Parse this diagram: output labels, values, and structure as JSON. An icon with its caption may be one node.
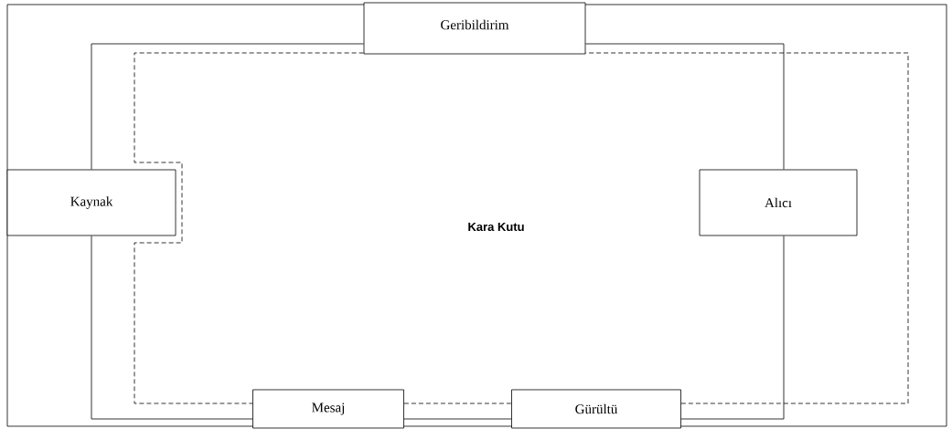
{
  "diagram": {
    "nodes": [
      {
        "text": [
          "Kara Kutu"
        ]
      },
      {
        "text": [
          "Geribildirim"
        ],
        "in": 0
      },
      {
        "text": [
          "Kaynak"
        ],
        "in": 0
      },
      {
        "text": [
          "Alıcı"
        ],
        "in": 0
      },
      {
        "text": [
          "Mesaj"
        ],
        "in": 0
      },
      {
        "text": [
          "Gürültü"
        ],
        "in": 0
      }
    ],
    "edges": [
      {
        "from": 1,
        "to": 2,
        "arrow": "none"
      },
      {
        "from": 2,
        "to": 4,
        "arrow": "none"
      },
      {
        "from": 4,
        "to": 5,
        "arrow": "none"
      },
      {
        "from": 5,
        "to": 3,
        "arrow": "none"
      },
      {
        "from": 3,
        "to": 1,
        "arrow": "none"
      },
      {
        "from": 1,
        "to": 4,
        "arrow": "none",
        "style": "dashed"
      },
      {
        "from": 4,
        "to": 5,
        "arrow": "none",
        "style": "dashed"
      },
      {
        "from": 5,
        "to": 1,
        "arrow": "none",
        "style": "dashed"
      }
    ]
  }
}
